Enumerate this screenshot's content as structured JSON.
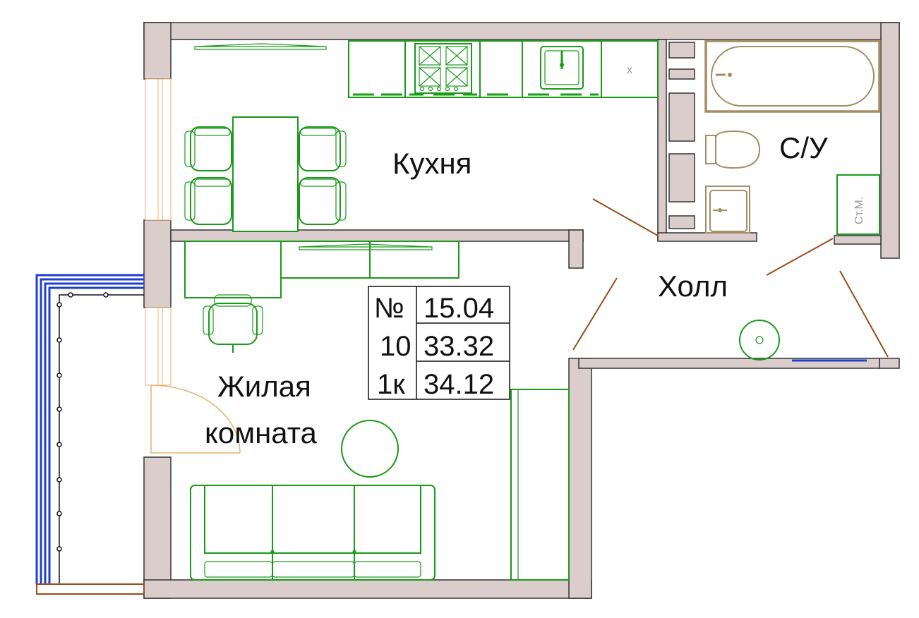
{
  "rooms": {
    "kitchen": "Кухня",
    "bathroom": "С/У",
    "hall": "Холл",
    "living_line1": "Жилая",
    "living_line2": "комната"
  },
  "fixtures": {
    "appliance_mark": "x",
    "riser_label": "Ст.М."
  },
  "info_table": {
    "rows": [
      {
        "key": "№",
        "value": "15.04"
      },
      {
        "key": "10",
        "value": "33.32"
      },
      {
        "key": "1к",
        "value": "34.12"
      }
    ]
  },
  "colors": {
    "wall": "#dccdcd",
    "furniture": "#1a9a1a",
    "plumbing": "#a38e66",
    "door": "#9a4a1a",
    "window_frame": "#e8b070",
    "balcony_rail": "#1f3fd0"
  }
}
